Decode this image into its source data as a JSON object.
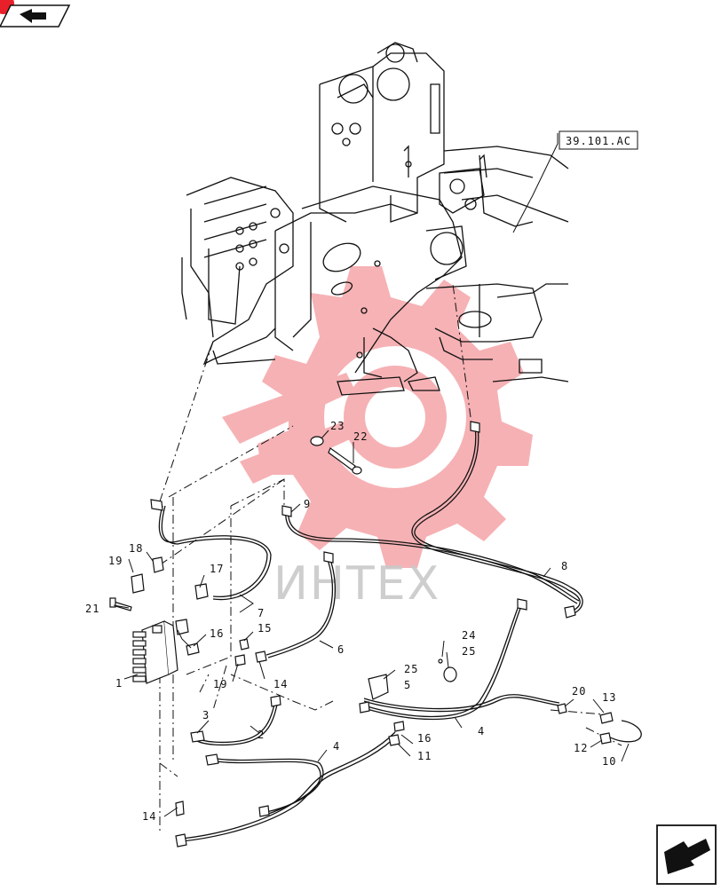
{
  "reference_tag": "39.101.AC",
  "watermark": {
    "text": "ИНТЕХ",
    "color": "#e9535a"
  },
  "labels": [
    {
      "id": "l1",
      "text": "1"
    },
    {
      "id": "l2",
      "text": "2"
    },
    {
      "id": "l3",
      "text": "3"
    },
    {
      "id": "l4a",
      "text": "4"
    },
    {
      "id": "l4b",
      "text": "4"
    },
    {
      "id": "l5",
      "text": "5"
    },
    {
      "id": "l6",
      "text": "6"
    },
    {
      "id": "l7",
      "text": "7"
    },
    {
      "id": "l8",
      "text": "8"
    },
    {
      "id": "l9",
      "text": "9"
    },
    {
      "id": "l10",
      "text": "10"
    },
    {
      "id": "l11",
      "text": "11"
    },
    {
      "id": "l12",
      "text": "12"
    },
    {
      "id": "l13",
      "text": "13"
    },
    {
      "id": "l14a",
      "text": "14"
    },
    {
      "id": "l14b",
      "text": "14"
    },
    {
      "id": "l15",
      "text": "15"
    },
    {
      "id": "l16a",
      "text": "16"
    },
    {
      "id": "l16b",
      "text": "16"
    },
    {
      "id": "l17",
      "text": "17"
    },
    {
      "id": "l18",
      "text": "18"
    },
    {
      "id": "l19a",
      "text": "19"
    },
    {
      "id": "l19b",
      "text": "19"
    },
    {
      "id": "l20",
      "text": "20"
    },
    {
      "id": "l21",
      "text": "21"
    },
    {
      "id": "l22",
      "text": "22"
    },
    {
      "id": "l23",
      "text": "23"
    },
    {
      "id": "l24",
      "text": "24"
    },
    {
      "id": "l25a",
      "text": "25"
    },
    {
      "id": "l25b",
      "text": "25"
    }
  ],
  "icons": {
    "top_left": "book-arrow-icon",
    "bottom_right": "next-page-arrow-icon"
  },
  "colors": {
    "line": "#111111",
    "watermark": "#e9535a",
    "corner_dot": "#e8202a"
  }
}
